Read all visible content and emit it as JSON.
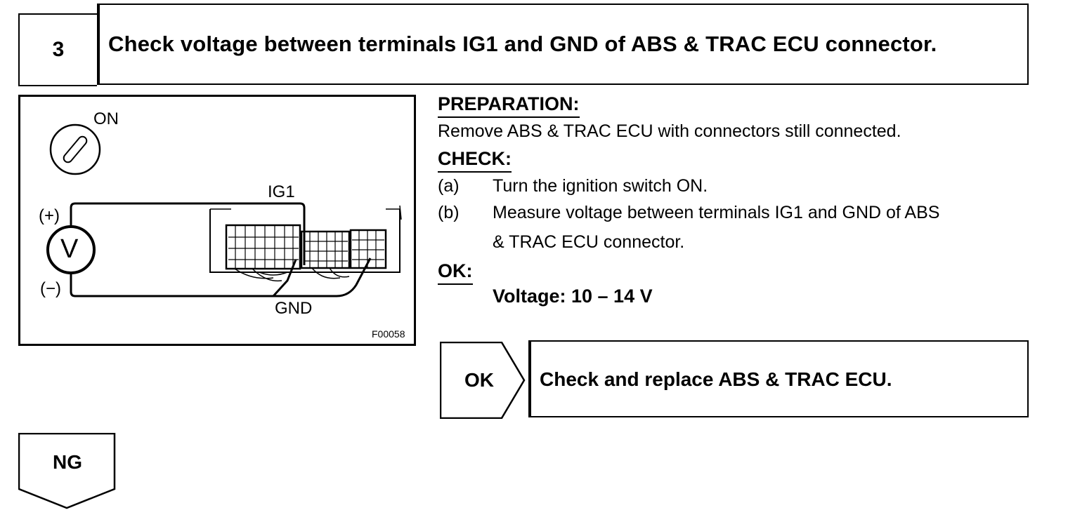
{
  "step": {
    "number": "3",
    "title": "Check voltage between terminals IG1 and GND of ABS & TRAC ECU connector."
  },
  "figure": {
    "label_on": "ON",
    "label_ig1": "IG1",
    "label_plus": "(+)",
    "label_minus": "(−)",
    "label_v": "V",
    "label_gnd": "GND",
    "code": "F00058"
  },
  "preparation": {
    "heading": "PREPARATION:",
    "text": "Remove ABS & TRAC ECU with connectors still connected."
  },
  "check": {
    "heading": "CHECK:",
    "items": [
      {
        "letter": "(a)",
        "lines": [
          "Turn the ignition switch ON."
        ]
      },
      {
        "letter": "(b)",
        "lines": [
          "Measure voltage between terminals IG1 and GND of ABS",
          "& TRAC ECU connector."
        ]
      }
    ]
  },
  "ok": {
    "heading": "OK:",
    "spec": "Voltage: 10 – 14 V"
  },
  "result_ok": {
    "tag": "OK",
    "text": "Check and replace ABS & TRAC ECU."
  },
  "result_ng": {
    "tag": "NG"
  }
}
